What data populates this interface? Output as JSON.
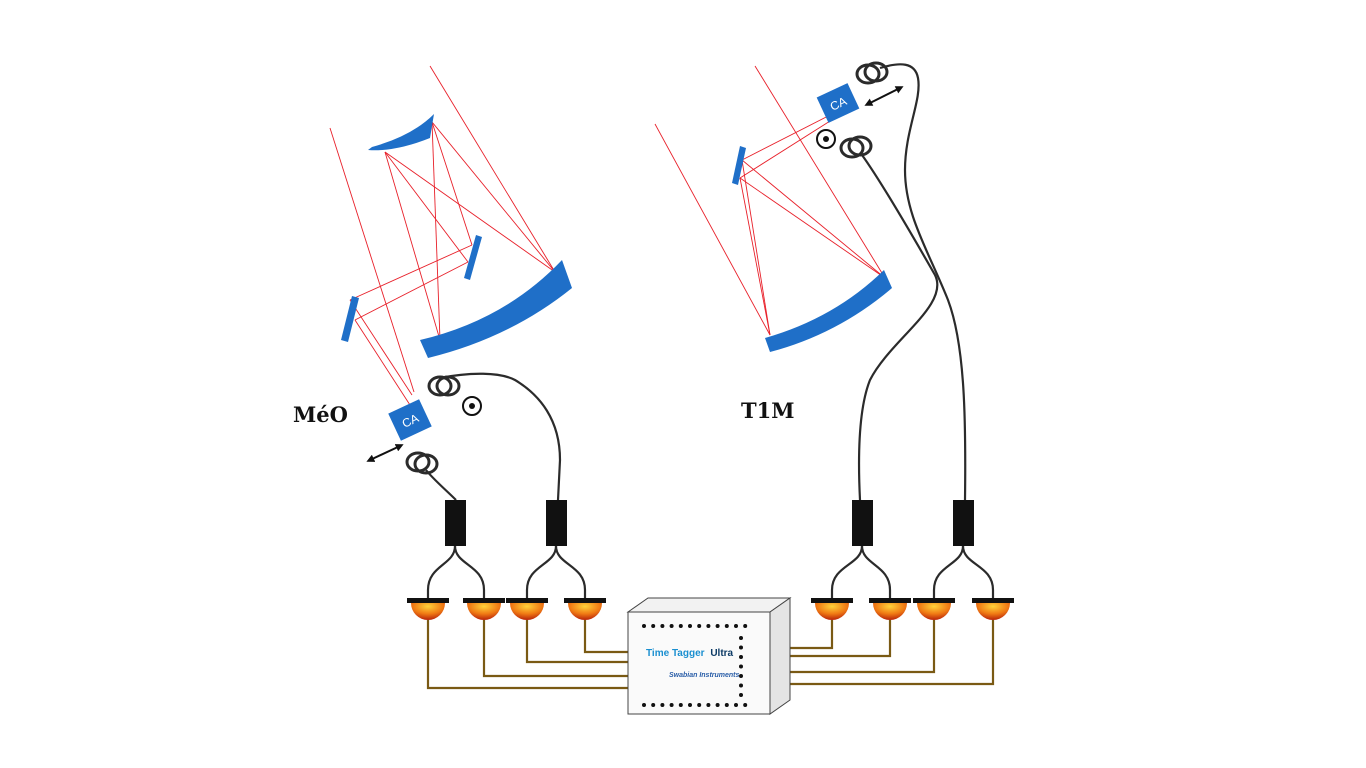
{
  "labels": {
    "meo": "MéO",
    "t1m": "T1M"
  },
  "ca_label": "CA",
  "time_tagger": {
    "title_part1": "Time Tagger",
    "title_part2": "Ultra",
    "brand": "Swabian Instruments"
  },
  "colors": {
    "mirror": "#1f6fc8",
    "ray": "#e8202a",
    "fiber": "#2b2b2b",
    "cable": "#7a5a14",
    "detector": "#e05a10",
    "title": "#1a8fd0",
    "brand": "#2a5ea8"
  }
}
